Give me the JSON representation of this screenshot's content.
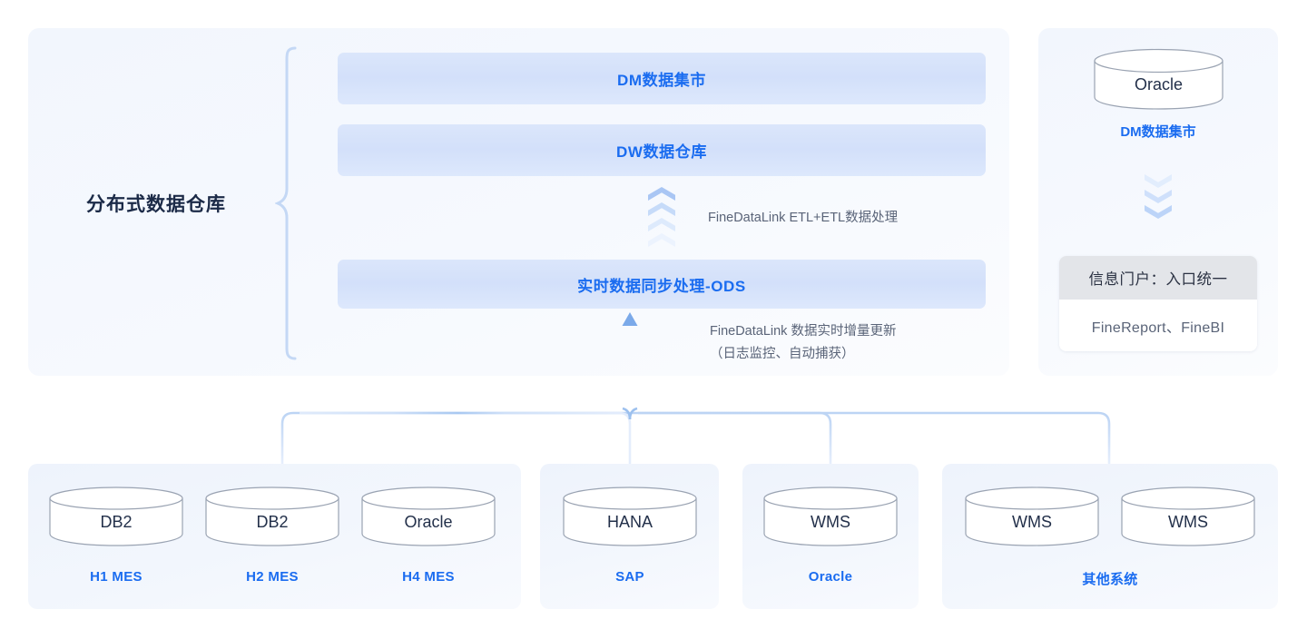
{
  "warehouse": {
    "title": "分布式数据仓库",
    "layers": [
      {
        "id": "dm",
        "label": "DM数据集市"
      },
      {
        "id": "dw",
        "label": "DW数据仓库"
      },
      {
        "id": "ods",
        "label": "实时数据同步处理-ODS"
      }
    ],
    "captions": {
      "etl": "FineDataLink ETL+ETL数据处理",
      "sync_line1": "FineDataLink 数据实时增量更新",
      "sync_line2": "（日志监控、自动捕获）"
    }
  },
  "bi": {
    "db_label": "Oracle",
    "db_caption": "DM数据集市",
    "portal_title": "信息门户：入口统一",
    "portal_tools": "FineReport、FineBI"
  },
  "sources": [
    {
      "id": "mes",
      "systems": [
        {
          "db": "DB2",
          "name": "H1 MES"
        },
        {
          "db": "DB2",
          "name": "H2 MES"
        },
        {
          "db": "Oracle",
          "name": "H4 MES"
        }
      ]
    },
    {
      "id": "sap",
      "systems": [
        {
          "db": "HANA",
          "name": "SAP"
        }
      ]
    },
    {
      "id": "oracle",
      "systems": [
        {
          "db": "WMS",
          "name": "Oracle"
        }
      ]
    },
    {
      "id": "other",
      "group_label": "其他系统",
      "systems": [
        {
          "db": "WMS"
        },
        {
          "db": "WMS"
        }
      ]
    }
  ],
  "colors": {
    "accent_blue": "#1a6cf0",
    "bar_fill": "#d3e0fa",
    "panel_bg": "#f3f7fd",
    "title_ink": "#1b2a47",
    "caption_ink": "#5a6478",
    "connector": "#b9d0f2",
    "cylinder_stroke": "#9aa3b2"
  }
}
